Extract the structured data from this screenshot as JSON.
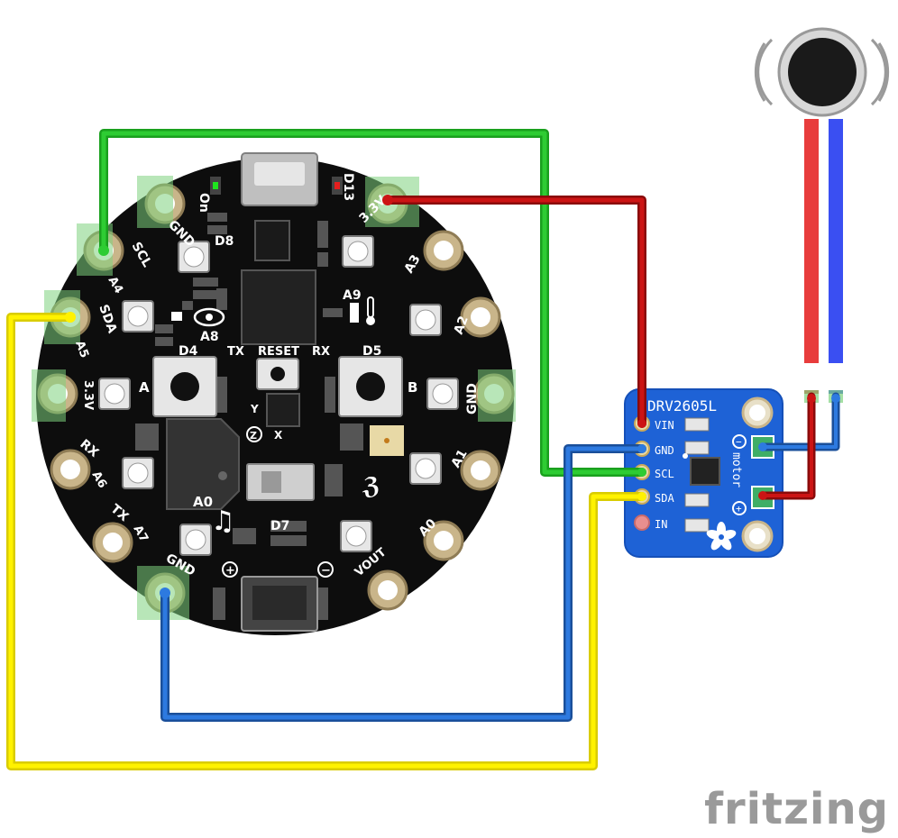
{
  "board": {
    "pads": {
      "on": "On",
      "d13": "D13",
      "gnd_top": "GND",
      "v33_top": "3.3V",
      "scl": "SCL",
      "a4": "A4",
      "sda": "SDA",
      "a5": "A5",
      "a3": "A3",
      "a2": "A2",
      "v33_left": "3.3V",
      "gnd_right": "GND",
      "rx": "RX",
      "a6": "A6",
      "tx": "TX",
      "a7": "A7",
      "a1": "A1",
      "a0": "A0",
      "gnd_bottom": "GND",
      "vout": "VOUT"
    },
    "labels": {
      "d8": "D8",
      "a8": "A8",
      "a9": "A9",
      "d4": "D4",
      "d5": "D5",
      "tx": "TX",
      "rx": "RX",
      "reset": "RESET",
      "button_a": "A",
      "button_b": "B",
      "axis_y": "Y",
      "axis_z": "Z",
      "axis_x": "X",
      "a0_speaker": "A0",
      "d7": "D7",
      "plus": "+",
      "minus": "−"
    }
  },
  "driver": {
    "title": "DRV2605L",
    "pins": [
      "VIN",
      "GND",
      "SCL",
      "SDA",
      "IN"
    ],
    "motor_label": "motor",
    "minus": "−",
    "plus": "+"
  },
  "wires": {
    "colors": {
      "green": "#19b51e",
      "red": "#bf0f0f",
      "blue": "#2468c8",
      "yellow": "#f2e500",
      "motor_red": "#e83c3c",
      "motor_blue": "#3a4ff2"
    }
  },
  "branding": {
    "text": "fritzing"
  }
}
